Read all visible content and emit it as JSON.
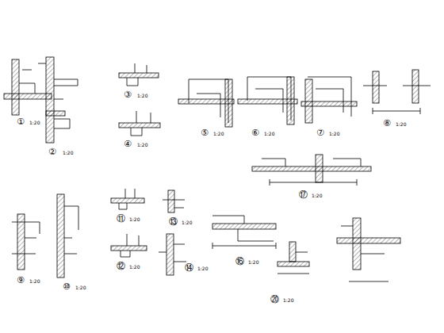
{
  "diagram": {
    "labels": [
      "①",
      "1:20",
      "②",
      "1:20",
      "③",
      "1:20",
      "④",
      "1:20",
      "⑤",
      "1:20",
      "⑥",
      "1:20",
      "⑦",
      "1:20",
      "⑧",
      "1:20",
      "⑨",
      "1:20",
      "⑩",
      "1:20",
      "⑪",
      "1:20",
      "⑬",
      "1:20",
      "⑫",
      "1:20",
      "⑭",
      "1:20",
      "⑯",
      "1:20",
      "⑰",
      "1:20",
      "⑳",
      "1:20"
    ]
  }
}
